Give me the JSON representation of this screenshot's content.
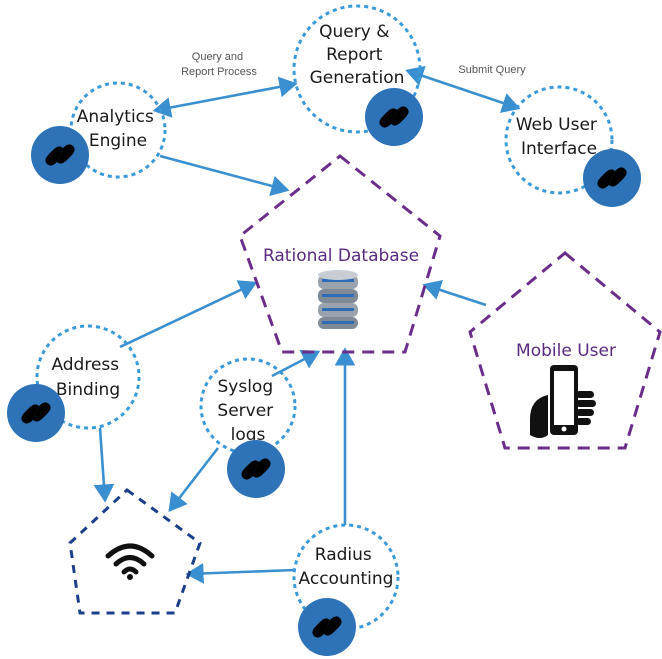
{
  "colors": {
    "edge": "#3a8fd0",
    "node_ring": "#3a9ad9",
    "database_border": "#6b2d8a",
    "wifi_border": "#1b3f8a",
    "badge": "#2e73b8",
    "purple_text": "#5a2a80"
  },
  "nodes": {
    "query_report": {
      "lines": [
        "Query &",
        "Report",
        "Generation"
      ],
      "icon": "link-icon"
    },
    "analytics": {
      "lines": [
        "Analytics",
        "Engine"
      ],
      "icon": "link-icon"
    },
    "web_user": {
      "lines": [
        "Web User",
        "Interface"
      ],
      "icon": "link-icon"
    },
    "database": {
      "label": "Rational Database",
      "icon": "database-icon"
    },
    "mobile": {
      "label": "Mobile User",
      "icon": "mobile-hand-icon"
    },
    "address": {
      "lines": [
        "Address",
        "Binding"
      ],
      "icon": "link-icon"
    },
    "syslog": {
      "lines": [
        "Syslog",
        "Server",
        "logs"
      ],
      "icon": "link-icon"
    },
    "radius": {
      "lines": [
        "Radius",
        "Accounting"
      ],
      "icon": "link-icon"
    },
    "wifi": {
      "icon": "wifi-icon"
    }
  },
  "edge_labels": {
    "query_process": [
      "Query and",
      "Report Process"
    ],
    "submit_query": "Submit Query"
  }
}
